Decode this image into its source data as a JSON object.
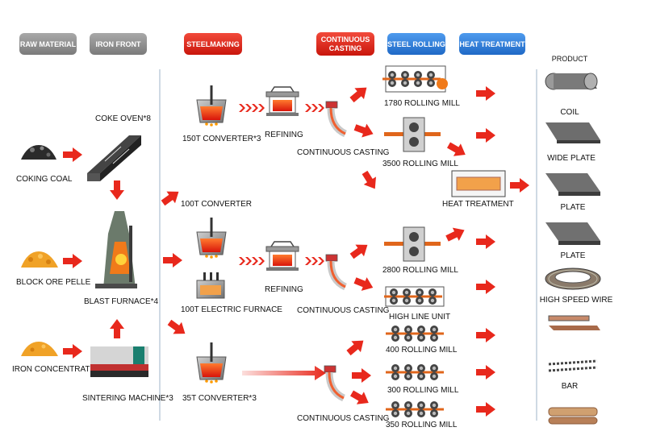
{
  "headers": {
    "raw_material": "RAW MATERIAL",
    "iron_front": "IRON FRONT",
    "steelmaking": "STEELMAKING",
    "continuous_casting_1": "CONTINUOUS",
    "continuous_casting_2": "CASTING",
    "steel_rolling": "STEEL ROLLING",
    "heat_treatment": "HEAT TREATMENT",
    "product": "PRODUCT"
  },
  "colors": {
    "gray_header": "#8a8a8a",
    "red_header": "#e0261b",
    "blue_header": "#2f7fd9",
    "arrow_red": "#e8281c",
    "divider": "#9fb6c9"
  },
  "labels": {
    "coke_oven": "COKE OVEN*8",
    "coking_coal": "COKING COAL",
    "block_ore": "BLOCK ORE PELLE",
    "blast_furnace": "BLAST FURNACE*4",
    "iron_concentrate": "IRON CONCENTRATE",
    "sintering": "SINTERING MACHINE*3",
    "converter150": "150T CONVERTER*3",
    "converter100": "100T CONVERTER",
    "electric_furnace": "100T  ELECTRIC FURNACE",
    "converter35": "35T CONVERTER*3",
    "refining_1": "REFINING",
    "refining_2": "REFINING",
    "cc_1": "CONTINUOUS CASTING",
    "cc_2": "CONTINUOUS CASTING",
    "cc_3": "CONTINUOUS CASTING",
    "mill1780": "1780 ROLLING MILL",
    "mill3500": "3500 ROLLING MILL",
    "heat_treatment": "HEAT TREATMENT",
    "mill2800": "2800 ROLLING MILL",
    "high_line": "HIGH LINE UNIT",
    "mill400": "400 ROLLING MILL",
    "mill300": "300 ROLLING MILL",
    "mill350": "350 ROLLING MILL",
    "coil": "COIL",
    "wide_plate": "WIDE PLATE",
    "plate_1": "PLATE",
    "plate_2": "PLATE",
    "high_speed_wire": "HIGH SPEED WIRE",
    "bar": "BAR"
  }
}
